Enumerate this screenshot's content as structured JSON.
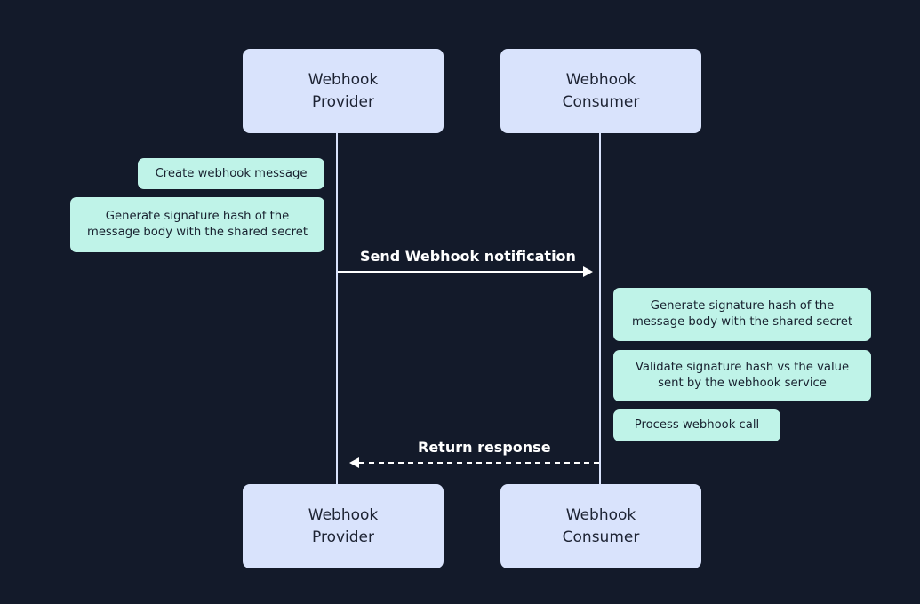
{
  "participants": {
    "provider_top": [
      "Webhook",
      "Provider"
    ],
    "consumer_top": [
      "Webhook",
      "Consumer"
    ],
    "provider_bottom": [
      "Webhook",
      "Provider"
    ],
    "consumer_bottom": [
      "Webhook",
      "Consumer"
    ]
  },
  "notes": {
    "create_message": "Create webhook message",
    "provider_signature": "Generate signature hash of the message body with the shared secret",
    "consumer_signature": "Generate signature hash of the message body with the shared secret",
    "validate_signature": "Validate signature hash vs the value sent by the webhook service",
    "process_call": "Process webhook call"
  },
  "messages": {
    "send": "Send Webhook notification",
    "return": "Return response"
  },
  "colors": {
    "background": "#131a2a",
    "participant_fill": "#d9e3fc",
    "note_fill": "#bff3e8",
    "lifeline": "#d9e3fc",
    "arrow": "#ffffff"
  }
}
